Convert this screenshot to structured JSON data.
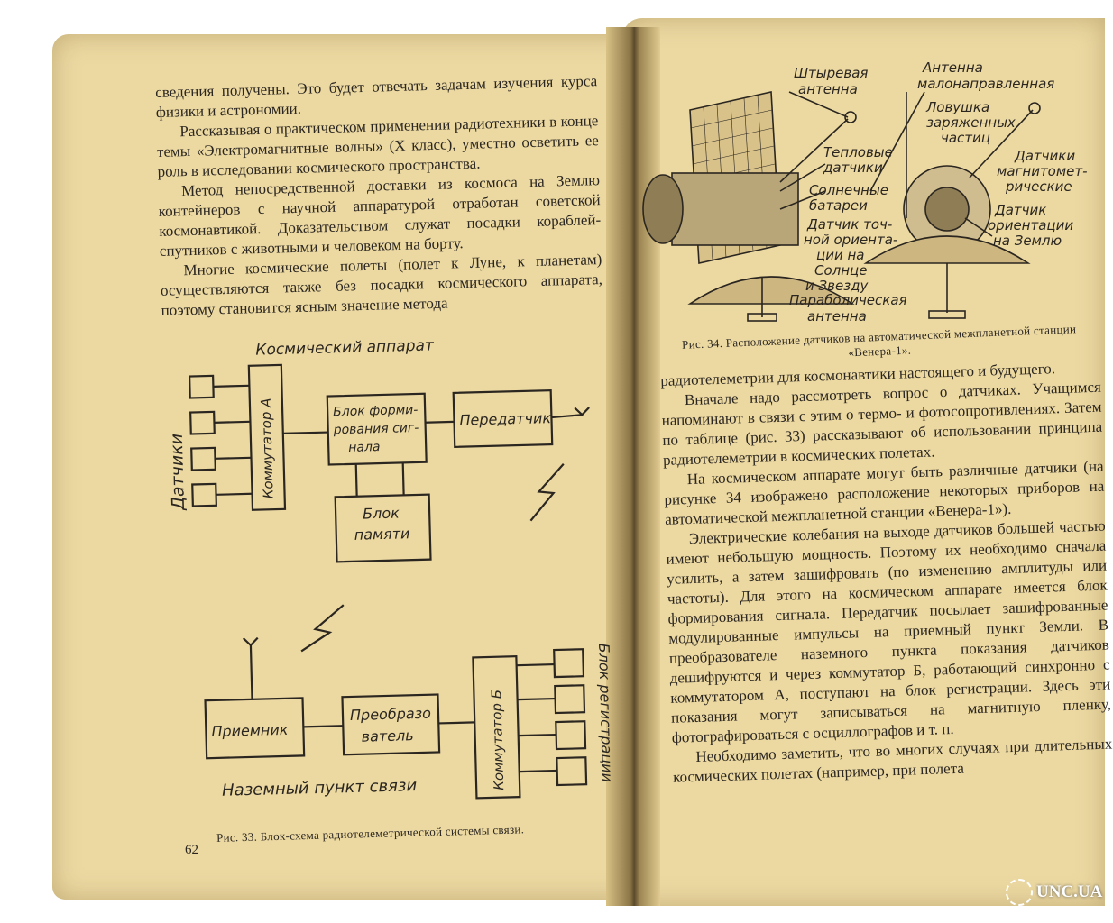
{
  "left_page": {
    "paragraphs": [
      "сведения получены. Это будет отвечать задачам изучения курса физики и астрономии.",
      "Рассказывая о практическом применении радиотехники в конце темы «Электромагнитные волны» (X класс), уместно осветить ее роль в исследовании космического пространства.",
      "Метод непосредственной доставки из космоса на Землю контейнеров с научной аппаратурой отработан советской космонавтикой. Доказательством служат посадки кораблей-спутников с животными и человеком на борту.",
      "Многие космические полеты (полет к Луне, к планетам) осуществляются также без посадки космического аппарата, поэтому становится ясным значение метода"
    ],
    "page_number": "62"
  },
  "figure33": {
    "title_spacecraft": "Космический аппарат",
    "sensors_label": "Датчики",
    "commutator_a": "Коммутатор А",
    "signal_block": [
      "Блок форми-",
      "рования сиг-",
      "нала"
    ],
    "transmitter": "Передатчик",
    "memory_block": [
      "Блок",
      "памяти"
    ],
    "receiver": "Приемник",
    "converter": [
      "Преобразо",
      "ватель"
    ],
    "commutator_b": "Коммутатор Б",
    "registration_block": "Блок регистрации",
    "ground_station": "Наземный пункт связи",
    "caption": "Рис. 33. Блок-схема радиотелеметрической системы связи."
  },
  "figure34": {
    "labels": {
      "whip_antenna": [
        "Штыревая",
        "антенна"
      ],
      "low_directional_antenna": [
        "Антенна",
        "малонаправленная"
      ],
      "charged_particle_trap": [
        "Ловушка",
        "заряженных",
        "частиц"
      ],
      "thermal_sensors": [
        "Тепловые",
        "датчики"
      ],
      "solar_batteries": [
        "Солнечные",
        "батареи"
      ],
      "magnetometric_sensors": [
        "Датчики",
        "магнитомет-",
        "рические"
      ],
      "precise_orientation_sensor": [
        "Датчик точ-",
        "ной ориента-",
        "ции на",
        "Солнце",
        "и Звезду"
      ],
      "earth_orientation_sensor": [
        "Датчик",
        "ориентации",
        "на Землю"
      ],
      "parabolic_antenna": [
        "Параболическая",
        "антенна"
      ]
    },
    "caption": "Рис. 34. Расположение датчиков на автоматической межпланетной станции «Венера-1»."
  },
  "right_page": {
    "paragraphs": [
      "радиотелеметрии для космонавтики настоящего и будущего.",
      "Вначале надо рассмотреть вопрос о датчиках. Учащимся напоминают в связи с этим о термо- и фотосопротивлениях. Затем по таблице (рис. 33) рассказывают об использовании принципа радиотелеметрии в космических полетах.",
      "На космическом аппарате могут быть различные датчики (на рисунке 34 изображено расположение некоторых приборов на автоматической межпланетной станции «Венера-1»).",
      "Электрические колебания на выходе датчиков большей частью имеют небольшую мощность. Поэтому их необходимо сначала усилить, а затем зашифровать (по изменению амплитуды или частоты). Для этого на космическом аппарате имеется блок формирования сигнала. Передатчик посылает зашифрованные модулированные импульсы на приемный пункт Земли. В преобразователе наземного пункта показания датчиков дешифруются и через коммутатор Б, работающий синхронно с коммутатором А, поступают на блок регистрации. Здесь эти показания могут записываться на магнитную пленку, фотографироваться с осциллографов и т. п.",
      "Необходимо заметить, что во многих случаях при длительных космических полетах (например, при полета"
    ]
  },
  "watermark": "UNC.UA"
}
